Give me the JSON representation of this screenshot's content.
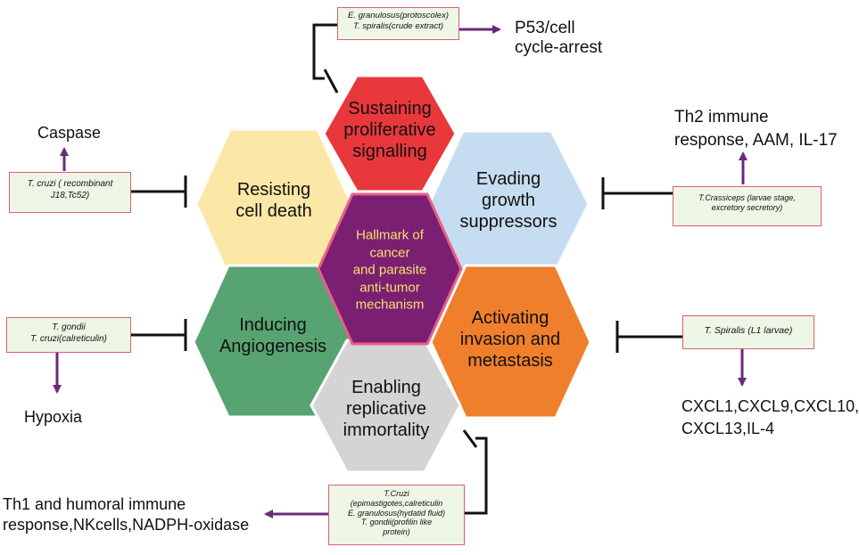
{
  "center": {
    "lines": [
      "Hallmark of",
      "cancer",
      "and parasite",
      "anti-tumor",
      "mechanism"
    ]
  },
  "hexagons": [
    {
      "id": "sustaining",
      "lines": [
        "Sustaining",
        "proliferative",
        "signalling"
      ],
      "color": "#e9383b"
    },
    {
      "id": "resisting",
      "lines": [
        "Resisting",
        "cell death"
      ],
      "color": "#fbe7a6"
    },
    {
      "id": "evading",
      "lines": [
        "Evading",
        "growth",
        "suppressors"
      ],
      "color": "#c6dcf0"
    },
    {
      "id": "inducing",
      "lines": [
        "Inducing",
        "Angiogenesis"
      ],
      "color": "#57a472"
    },
    {
      "id": "activating",
      "lines": [
        "Activating",
        "invasion and",
        "metastasis"
      ],
      "color": "#f07f2c"
    },
    {
      "id": "enabling",
      "lines": [
        "Enabling",
        "replicative",
        "immortality"
      ],
      "color": "#d4d4d4"
    }
  ],
  "parasite_boxes": {
    "top": [
      "E. granulosus(protoscolex)",
      "T. spiralis(crude extract)"
    ],
    "left_top": [
      "T. cruzi ( recombinant",
      "J18,Tc52)"
    ],
    "left_bottom": [
      "T. gondii",
      "T. cruzi(calreticulin)"
    ],
    "right_top": [
      "T.Crassiceps  (larvae  stage,",
      "excretory secretory)"
    ],
    "right_bottom": [
      "T. Spiralis (L1 larvae)"
    ],
    "bottom": [
      "T.Cruzi",
      "(epimastigotes,calreticulin",
      "E. granulosus(hydatid fluid)",
      "T. gondii(profilin like",
      "protein)"
    ]
  },
  "outcomes": {
    "top": [
      "P53/cell",
      "cycle-arrest"
    ],
    "left_top": [
      "Caspase"
    ],
    "left_bottom": [
      "Hypoxia"
    ],
    "right_top": [
      "Th2 immune",
      "response, AAM, IL-17"
    ],
    "right_bottom": [
      "CXCL1,CXCL9,CXCL10,",
      "CXCL13,IL-4"
    ],
    "bottom": [
      "Th1 and humoral immune",
      "response,NKcells,NADPH-oxidase"
    ]
  },
  "colors": {
    "arrow": "#6b2a7a",
    "inhibit_line": "#111111",
    "box_border": "#d95f72",
    "box_fill": "#eef6e6",
    "center_fill": "#7b1f73",
    "center_text": "#f5e26b"
  }
}
